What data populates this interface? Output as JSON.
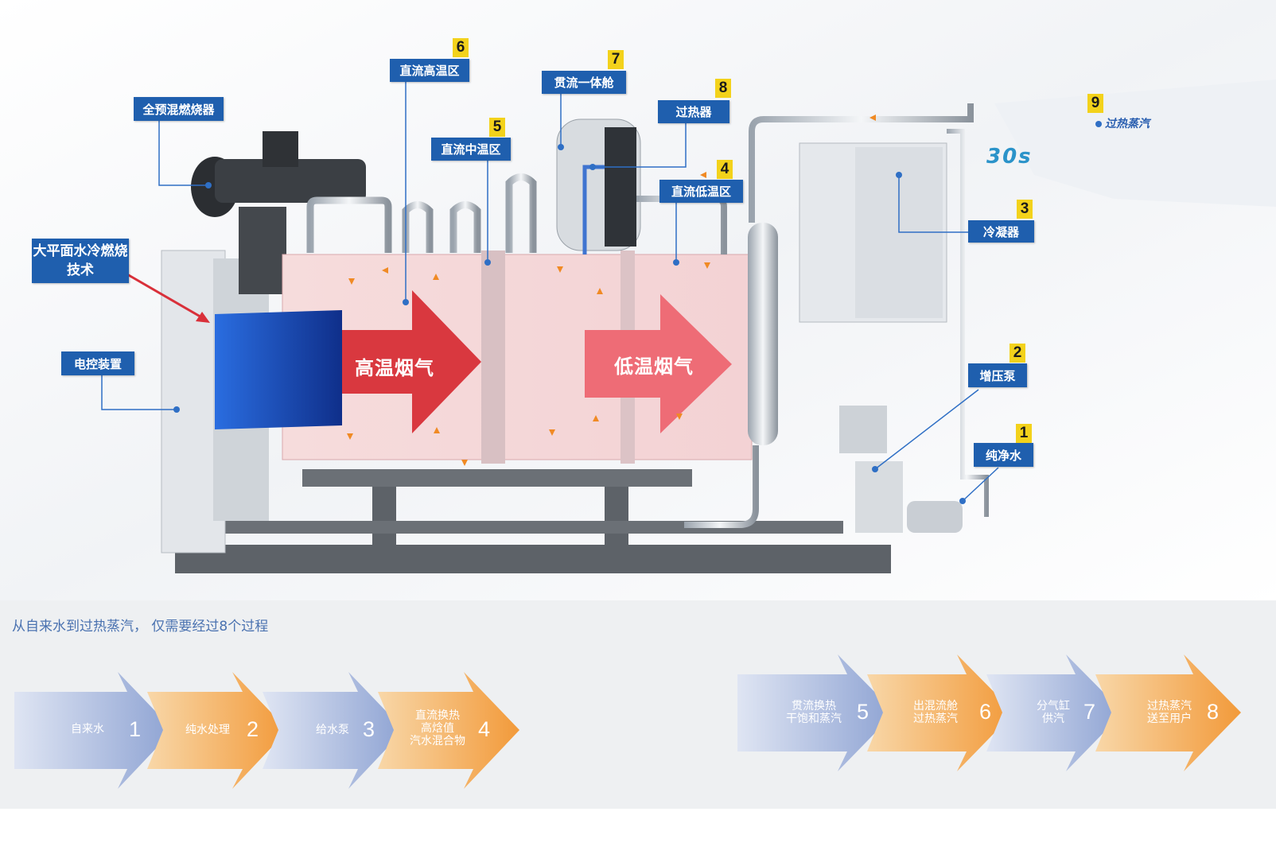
{
  "callouts": {
    "burner": "全预混燃烧器",
    "water_cooled": "大平面水冷燃烧技术",
    "control": "电控装置",
    "high_temp_zone": "直流高温区",
    "mid_temp_zone": "直流中温区",
    "integrated_cabin": "贯流一体舱",
    "superheater": "过热器",
    "low_temp_zone": "直流低温区",
    "condenser": "冷凝器",
    "booster_pump": "增压泵",
    "pure_water": "纯净水",
    "superheated_steam": "过热蒸汽"
  },
  "numbers": {
    "n1": "1",
    "n2": "2",
    "n3": "3",
    "n4": "4",
    "n5": "5",
    "n6": "6",
    "n7": "7",
    "n8": "8",
    "n9": "9"
  },
  "flows": {
    "high": "高温烟气",
    "low": "低温烟气"
  },
  "brand": "30s",
  "process": {
    "title": "从自来水到过热蒸汽， 仅需要经过8个过程",
    "steps": [
      {
        "label": "自来水",
        "num": "1"
      },
      {
        "label": "纯水处理",
        "num": "2"
      },
      {
        "label": "给水泵",
        "num": "3"
      },
      {
        "label": "直流换热\n高焓值\n汽水混合物",
        "num": "4"
      },
      {
        "label": "贯流换热\n干饱和蒸汽",
        "num": "5"
      },
      {
        "label": "出混流舱\n过热蒸汽",
        "num": "6"
      },
      {
        "label": "分气缸\n供汽",
        "num": "7"
      },
      {
        "label": "过热蒸汽\n送至用户",
        "num": "8"
      }
    ]
  },
  "colors": {
    "callout_bg": "#1f5fae",
    "badge_bg": "#f3d21b",
    "step_blue": "#9fb0d8",
    "step_orange": "#f2a857",
    "flue_high": "#d9383f",
    "flue_low": "#ee6c76"
  }
}
